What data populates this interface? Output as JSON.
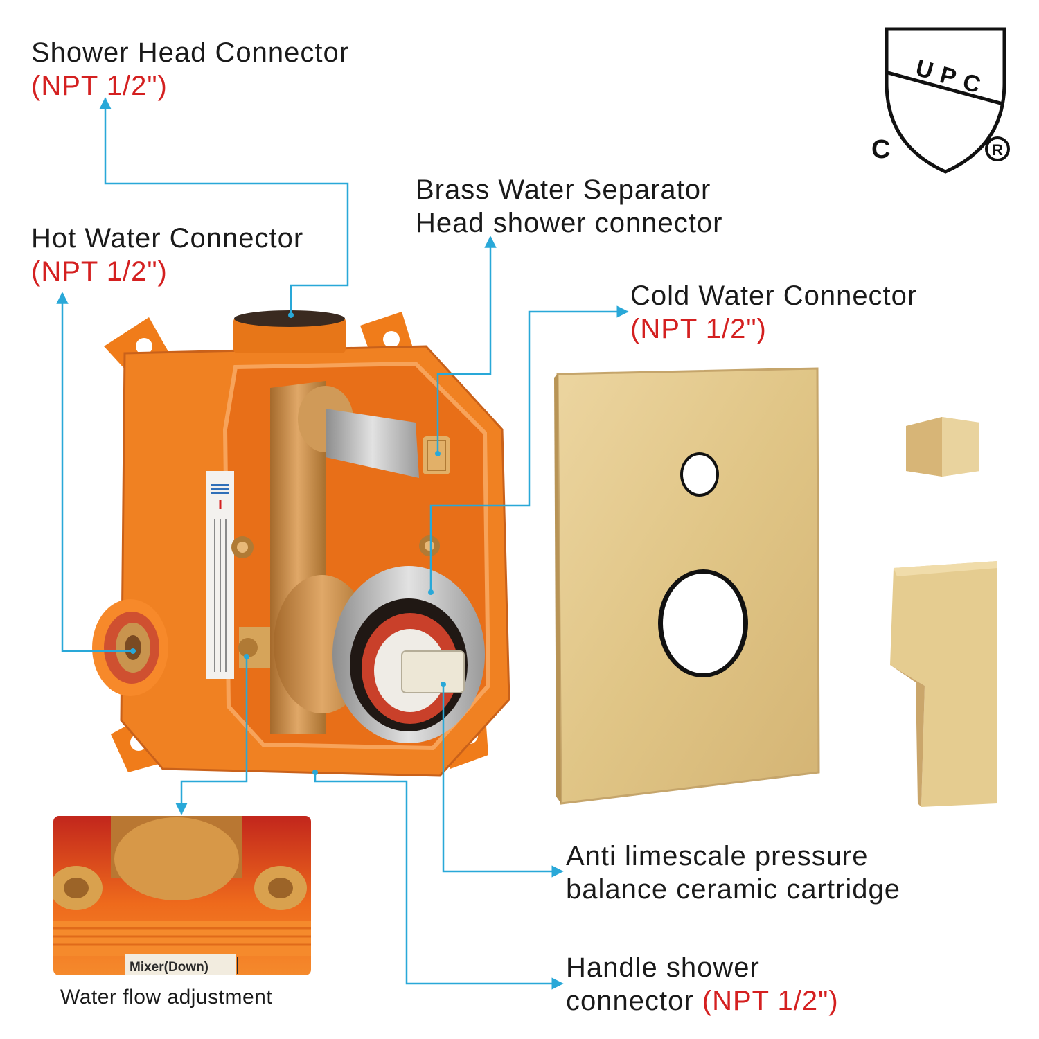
{
  "labels": {
    "shower_head": {
      "title": "Shower Head Connector",
      "spec": "(NPT 1/2\")"
    },
    "hot_water": {
      "title": "Hot Water Connector",
      "spec": "(NPT 1/2\")"
    },
    "brass_separator": {
      "line1": "Brass Water Separator",
      "line2": "Head shower connector"
    },
    "cold_water": {
      "title": "Cold Water Connector",
      "spec": "(NPT 1/2\")"
    },
    "cartridge": {
      "line1": "Anti limescale pressure",
      "line2": "balance ceramic cartridge"
    },
    "handle_shower": {
      "line1": "Handle shower",
      "line2": "connector",
      "spec": "(NPT 1/2\")"
    }
  },
  "inset": {
    "caption": "Water flow adjustment",
    "tag": "Mixer(Down)"
  },
  "certification": {
    "mark": "UPC",
    "left": "C",
    "registered": "®"
  },
  "colors": {
    "leader": "#29a8d8",
    "spec": "#d42020",
    "box": "#f07c1a",
    "gold": "#e3c98e",
    "brass": "#c9944e"
  }
}
